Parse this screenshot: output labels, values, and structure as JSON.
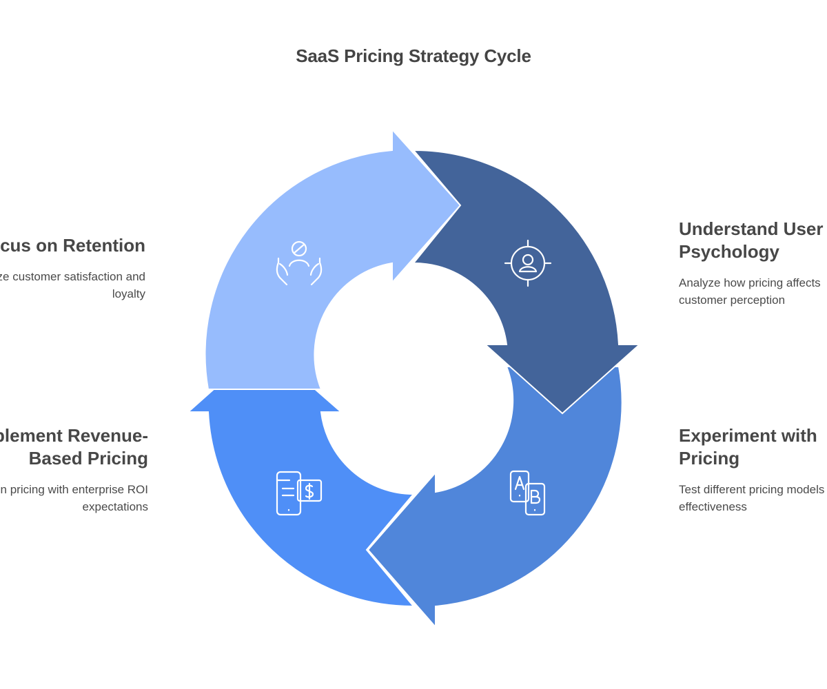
{
  "title": "SaaS Pricing Strategy Cycle",
  "colors": {
    "retention": "#97bcfd",
    "psychology": "#43649a",
    "experiment": "#5086da",
    "revenue": "#4f8ff7"
  },
  "steps": [
    {
      "id": "retention",
      "heading": "Focus on Retention",
      "description": "Prioritize customer satisfaction and loyalty",
      "icon": "care-hands-person-icon"
    },
    {
      "id": "psychology",
      "heading": "Understand User Psychology",
      "description": "Analyze how pricing affects customer perception",
      "icon": "target-user-icon"
    },
    {
      "id": "experiment",
      "heading": "Experiment with Pricing",
      "description": "Test different pricing models for effectiveness",
      "icon": "ab-test-phones-icon"
    },
    {
      "id": "revenue",
      "heading": "Implement Revenue-Based Pricing",
      "description": "Align pricing with enterprise ROI expectations",
      "icon": "mobile-payment-icon"
    }
  ]
}
